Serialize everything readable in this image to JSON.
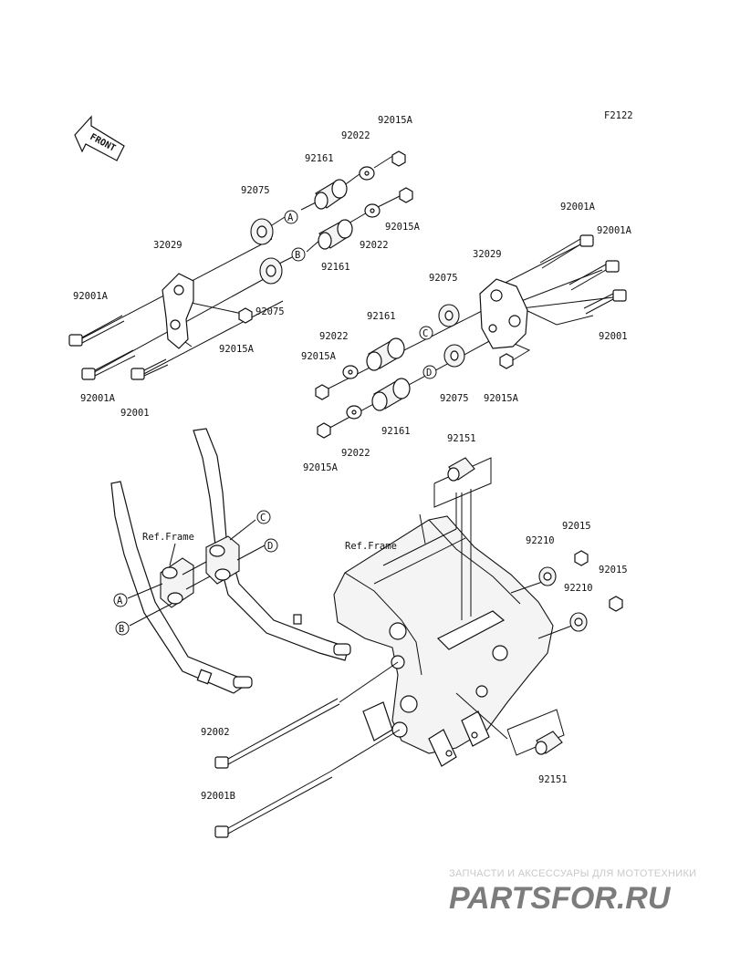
{
  "diagram": {
    "figure_code": "F2122",
    "front_label": "FRONT",
    "ref_labels": {
      "left": "Ref.Frame",
      "right": "Ref.Frame"
    },
    "callouts": [
      "A",
      "B",
      "C",
      "D"
    ],
    "part_labels": {
      "p32029_left": "32029",
      "p32029_right": "32029",
      "p92075_a": "92075",
      "p92075_b": "92075",
      "p92075_c": "92075",
      "p92075_d": "92075",
      "p92161_a": "92161",
      "p92161_b": "92161",
      "p92161_c": "92161",
      "p92161_d": "92161",
      "p92022_a": "92022",
      "p92022_b": "92022",
      "p92022_c": "92022",
      "p92022_d": "92022",
      "p92015a_1": "92015A",
      "p92015a_2": "92015A",
      "p92015a_3": "92015A",
      "p92015a_4": "92015A",
      "p92015a_5": "92015A",
      "p92015a_6": "92015A",
      "p92001a_left1": "92001A",
      "p92001a_left2": "92001A",
      "p92001_left": "92001",
      "p92001a_right1": "92001A",
      "p92001a_right2": "92001A",
      "p92001_right": "92001",
      "p92151_top": "92151",
      "p92151_bottom": "92151",
      "p92015_1": "92015",
      "p92015_2": "92015",
      "p92210_1": "92210",
      "p92210_2": "92210",
      "p92002": "92002",
      "p92001b": "92001B"
    }
  },
  "watermark": {
    "tagline": "ЗАПЧАСТИ И АКСЕССУАРЫ ДЛЯ МОТОТЕХНИКИ",
    "brand": "PARTSFOR.RU",
    "color": "#e23b3b"
  }
}
